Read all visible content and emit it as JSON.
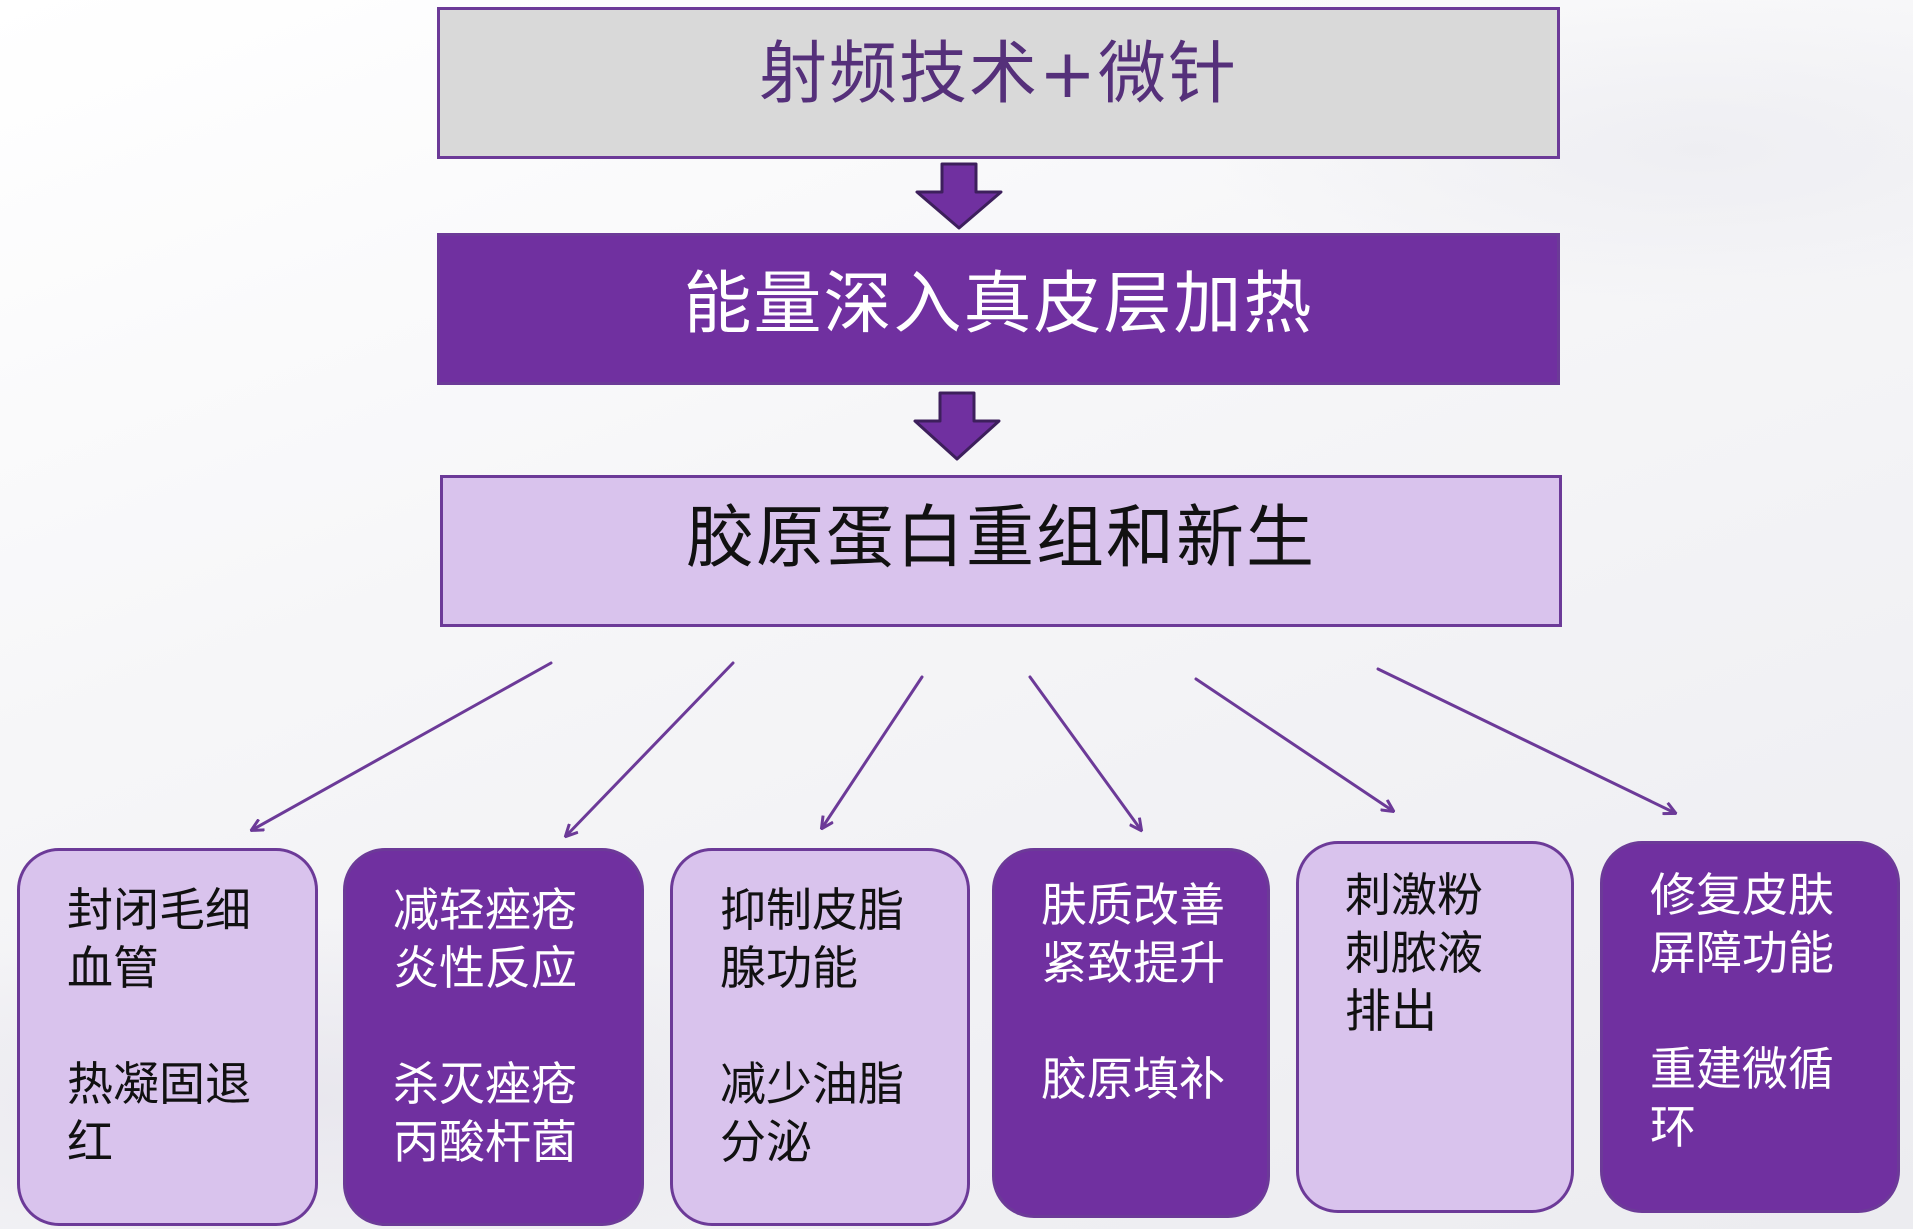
{
  "colors": {
    "accent_purple": "#7030a0",
    "light_lilac": "#d9c3ed",
    "gray_fill": "#d9d9d9",
    "outline": "#6c3a98",
    "title_text": "#55307a"
  },
  "flow": {
    "step1": "射频技术+微针",
    "step2": "能量深入真皮层加热",
    "step3": "胶原蛋白重组和新生"
  },
  "effects": [
    {
      "style": "light",
      "line1": "封闭毛细",
      "line2": "血管",
      "line3": "热凝固退",
      "line4": "红"
    },
    {
      "style": "dark",
      "line1": "减轻痤疮",
      "line2": "炎性反应",
      "line3": "杀灭痤疮",
      "line4": "丙酸杆菌"
    },
    {
      "style": "light",
      "line1": "抑制皮脂",
      "line2": "腺功能",
      "line3": "减少油脂",
      "line4": "分泌"
    },
    {
      "style": "dark",
      "line1": "肤质改善",
      "line2": "紧致提升",
      "line3": "胶原填补"
    },
    {
      "style": "light",
      "line1": "刺激粉",
      "line2": "刺脓液",
      "line3": "排出"
    },
    {
      "style": "dark",
      "line1": "修复皮肤",
      "line2": "屏障功能",
      "line3": "重建微循",
      "line4": "环"
    }
  ],
  "icons": [
    "arrow-down-icon",
    "arrow-diagonal-icon"
  ]
}
